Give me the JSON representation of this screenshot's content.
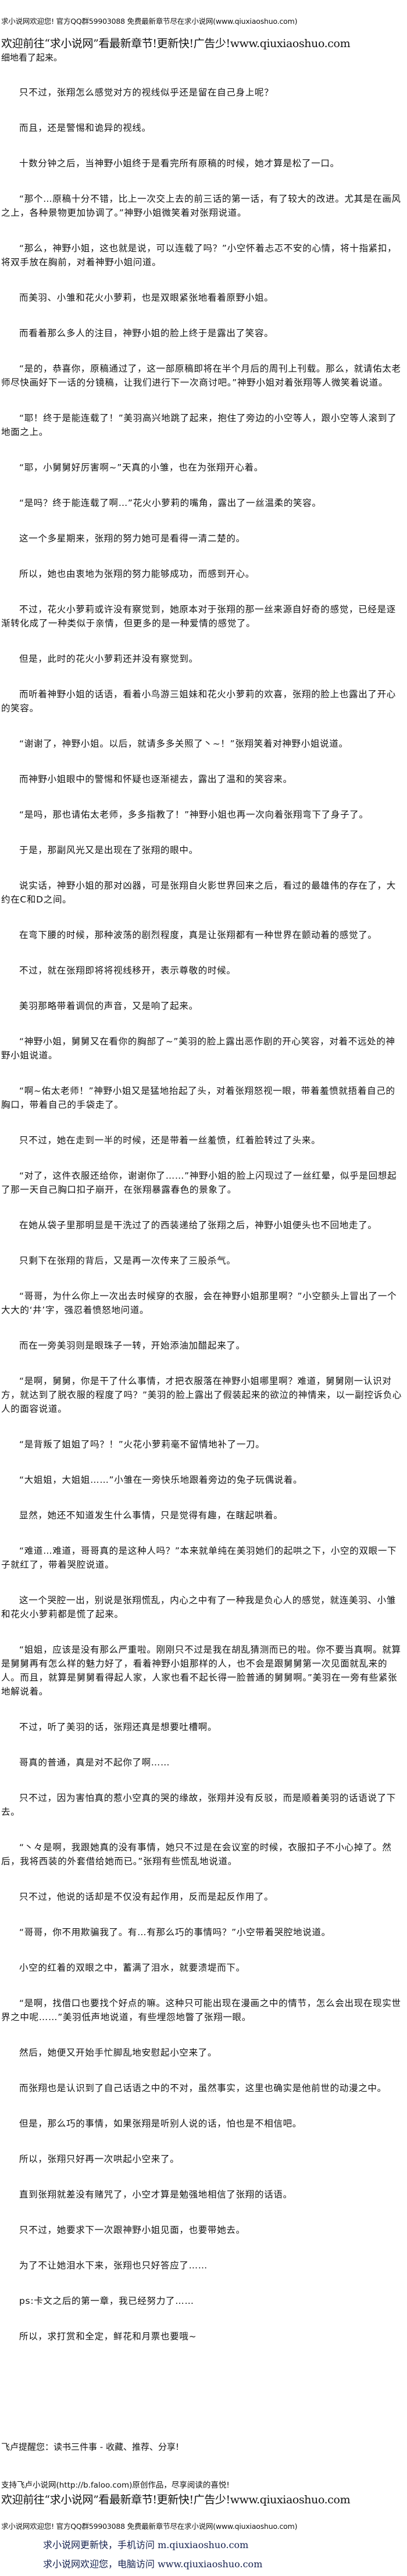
{
  "header": {
    "qq_notice": "求小说网欢迎您! 官方QQ群59903088 免费最新章节尽在求小说网(www.qiuxiaoshuo.com)",
    "banner": "欢迎前往“求小说网”看最新章节!更新快!广告少!www.qiuxiaoshuo.com"
  },
  "intro_fragment": "细地看了起来。",
  "paragraphs": [
    "只不过，张翔怎么感觉对方的视线似乎还是留在自己身上呢？",
    "而且，还是警惕和诡异的视线。",
    "十数分钟之后，当神野小姐终于是看完所有原稿的时候，她才算是松了一口。",
    "“那个…原稿十分不错，比上一次交上去的前三话的第一话，有了较大的改进。尤其是在画风之上，各种景物更加协调了。”神野小姐微笑着对张翔说道。",
    "“那么，神野小姐，这也就是说，可以连载了吗？”小空怀着忐忑不安的心情，将十指紧扣，将双手放在胸前，对着神野小姐问道。",
    "而美羽、小雏和花火小萝莉，也是双眼紧张地看着原野小姐。",
    "而看着那么多人的注目，神野小姐的脸上终于是露出了笑容。",
    "“是的，恭喜你，原稿通过了，这一部原稿即将在半个月后的周刊上刊载。那么，就请佑太老师尽快画好下一话的分镜稿，让我们进行下一次商讨吧。”神野小姐对着张翔等人微笑着说道。",
    "“耶！终于是能连载了！”美羽高兴地跳了起来，抱住了旁边的小空等人，跟小空等人滚到了地面之上。",
    "“耶，小舅舅好厉害啊~”天真的小雏，也在为张翔开心着。",
    "“是吗？终于能连载了啊…”花火小萝莉的嘴角，露出了一丝温柔的笑容。",
    "这一个多星期来，张翔的努力她可是看得一清二楚的。",
    "所以，她也由衷地为张翔的努力能够成功，而感到开心。",
    "不过，花火小萝莉或许没有察觉到，她原本对于张翔的那一丝来源自好奇的感觉，已经是逐渐转化成了一种类似于亲情，但更多的是一种爱情的感觉了。",
    "但是，此时的花火小萝莉还并没有察觉到。",
    "而听着神野小姐的话语，看着小鸟游三姐妹和花火小萝莉的欢喜，张翔的脸上也露出了开心的笑容。",
    "“谢谢了，神野小姐。以后，就请多多关照了丶~！”张翔笑着对神野小姐说道。",
    "而神野小姐眼中的警惕和怀疑也逐渐褪去，露出了温和的笑容来。",
    "“是吗，那也请佑太老师，多多指教了！”神野小姐也再一次向着张翔弯下了身子了。",
    "于是，那副风光又是出现在了张翔的眼中。",
    "说实话，神野小姐的那对凶器，可是张翔自火影世界回来之后，看过的最雄伟的存在了，大约在C和D之间。",
    "在弯下腰的时候，那种波荡的剧烈程度，真是让张翔都有一种世界在颤动着的感觉了。",
    "不过，就在张翔即将将视线移开，表示尊敬的时候。",
    "美羽那略带着调侃的声音，又是响了起来。",
    "“神野小姐，舅舅又在看你的胸部了~”美羽的脸上露出恶作剧的开心笑容，对着不远处的神野小姐说道。",
    "“啊~佑太老师！”神野小姐又是猛地抬起了头，对着张翔怒视一眼，带着羞愤就捂着自己的胸口，带着自己的手袋走了。",
    "只不过，她在走到一半的时候，还是带着一丝羞愤，红着脸转过了头来。",
    "“对了，这件衣服还给你，谢谢你了……”神野小姐的脸上闪现过了一丝红晕，似乎是回想起了那一天自己胸口扣子崩开，在张翔暴露春色的景象了。",
    "在她从袋子里那明显是干洗过了的西装递给了张翔之后，神野小姐便头也不回地走了。",
    "只剩下在张翔的背后，又是再一次传来了三股杀气。",
    "“哥哥，为什么你上一次出去时候穿的衣服，会在神野小姐那里啊？”小空额头上冒出了一个大大的‘井’字，强忍着愤怒地问道。",
    "而在一旁美羽则是眼珠子一转，开始添油加醋起来了。",
    "“是啊，舅舅，你是干了什么事情，才把衣服落在神野小姐哪里啊？难道，舅舅刚一认识对方，就达到了脱衣服的程度了吗？”美羽的脸上露出了假装起来的欲泣的神情来，以一副控诉负心人的面容说道。",
    "“是背叛了姐姐了吗？！”火花小萝莉毫不留情地补了一刀。",
    "“大姐姐，大姐姐……”小雏在一旁快乐地跟着旁边的兔子玩偶说着。",
    "显然，她还不知道发生什么事情，只是觉得有趣，在瞎起哄着。",
    "“难道…难道，哥哥真的是这种人吗？”本来就单纯在美羽她们的起哄之下，小空的双眼一下子就红了，带着哭腔说道。",
    "这一个哭腔一出，别说是张翔慌乱，内心之中有了一种我是负心人的感觉，就连美羽、小雏和花火小萝莉都是慌了起来。",
    "“姐姐，应该是没有那么严重啦。刚刚只不过是我在胡乱猜测而已的啦。你不要当真啊。就算是舅舅再有怎么样的魅力好了，看着神野小姐那样的人，也不会是跟舅舅第一次见面就乱来的人。而且，就算是舅舅看得起人家，人家也看不起长得一脸普通的舅舅啊。”美羽在一旁有些紧张地解说着。",
    "不过，听了美羽的话，张翔还真是想要吐槽啊。",
    "哥真的普通，真是对不起你了啊……",
    "只不过，因为害怕真的惹小空真的哭的缘故，张翔并没有反驳，而是顺着美羽的话语说了下去。",
    "“丶々是啊，我跟她真的没有事情，她只不过是在会议室的时候，衣服扣子不小心掉了。然后，我将西装的外套借给她而已。”张翔有些慌乱地说道。",
    "只不过，他说的话却是不仅没有起作用，反而是起反作用了。",
    "“哥哥，你不用欺骗我了。有…有那么巧的事情吗？”小空带着哭腔地说道。",
    "小空的红着的双眼之中，蓄满了泪水，就要溃堤而下。",
    "“是啊，找借口也要找个好点的嘛。这种只可能出现在漫画之中的情节，怎么会出现在现实世界之中呢……”美羽低声地说道，有些埋怨地瞥了张翔一眼。",
    "然后，她便又开始手忙脚乱地安慰起小空来了。",
    "而张翔也是认识到了自己话语之中的不对，虽然事实，这里也确实是他前世的动漫之中。",
    "但是，那么巧的事情，如果张翔是听别人说的话，怕也是不相信吧。",
    "所以，张翔只好再一次哄起小空来了。",
    "直到张翔就差没有赌咒了，小空才算是勉强地相信了张翔的话语。",
    "只不过，她要求下一次跟神野小姐见面，也要带她去。",
    "为了不让她泪水下来，张翔也只好答应了……",
    "ps:卡文之后的第一章，我已经努力了……",
    "所以，求打赏和全定，鲜花和月票也要哦~"
  ],
  "footer": {
    "reminder": "飞卢提醒您：读书三件事 - 收藏、推荐、分享!",
    "support": "支持飞卢小说网(http://b.faloo.com)原创作品，尽享阅读的喜悦!",
    "banner": "欢迎前往“求小说网”看最新章节!更新快!广告少!www.qiuxiaoshuo.com",
    "qq_notice": "求小说网欢迎您! 官方QQ群59903088 免费最新章节尽在求小说网(www.qiuxiaoshuo.com)",
    "mobile_visit": "求小说网更新快，手机访问 m.qiuxiaoshuo.com",
    "desktop_visit": "求小说网欢迎您，电脑访问 www.qiuxiaoshuo.com"
  }
}
